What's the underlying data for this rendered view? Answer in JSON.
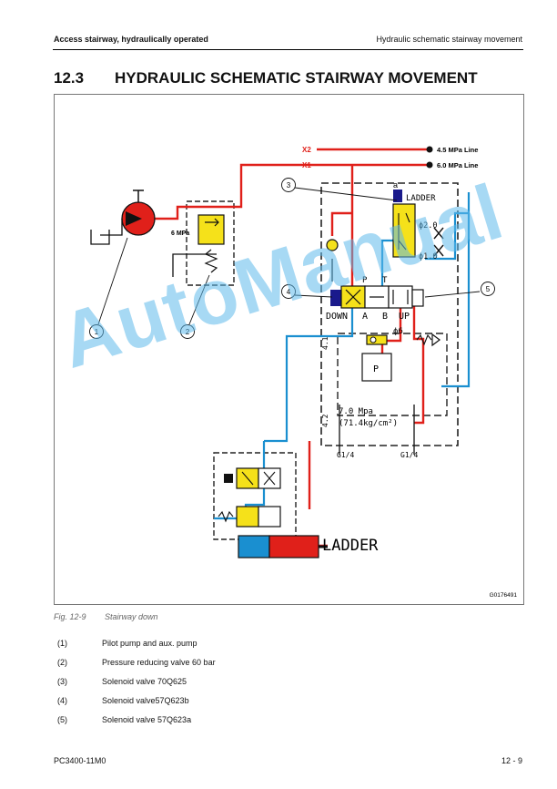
{
  "header": {
    "left": "Access stairway, hydraulically operated",
    "right": "Hydraulic schematic stairway movement"
  },
  "section": {
    "number": "12.3",
    "title": "HYDRAULIC SCHEMATIC STAIRWAY MOVEMENT"
  },
  "diagram": {
    "line_x2": "X2",
    "line_x1": "X1",
    "pressure_45": "4.5 MPa Line",
    "pressure_60": "6.0 MPa Line",
    "valve_pressure": "6 MPa",
    "ladder_top": "LADDER",
    "port_a_small": "a",
    "orifice_20": "ϕ2.0",
    "orifice_10": "ϕ1.0",
    "port_p": "P",
    "port_t": "T",
    "down": "DOWN",
    "port_a": "A",
    "port_b": "B",
    "up": "UP",
    "orifice_6": "ϕ6",
    "port_41": "4.1",
    "port_42": "4.2",
    "relief_mpa": "7.0 Mpa",
    "relief_kg": "(71.4kg/cm²)",
    "g14_left": "G1/4",
    "g14_right": "G1/4",
    "cylinder_label": "LADDER",
    "drawing_id": "G0176491",
    "callouts": [
      "1",
      "2",
      "3",
      "4",
      "5"
    ],
    "colors": {
      "pressure": "#e0201a",
      "pilot": "#1a8fd0",
      "valve": "#f5e11a",
      "solenoid": "#1a1a8c"
    }
  },
  "watermark": "AutoManual",
  "figure": {
    "label": "Fig. 12-9",
    "caption": "Stairway down"
  },
  "legend": [
    {
      "num": "(1)",
      "text": "Pilot pump and aux. pump"
    },
    {
      "num": "(2)",
      "text": "Pressure reducing valve 60 bar"
    },
    {
      "num": "(3)",
      "text": "Solenoid valve 70Q625"
    },
    {
      "num": "(4)",
      "text": "Solenoid valve57Q623b"
    },
    {
      "num": "(5)",
      "text": "Solenoid valve 57Q623a"
    }
  ],
  "footer": {
    "left": "PC3400-11M0",
    "right": "12 - 9"
  }
}
